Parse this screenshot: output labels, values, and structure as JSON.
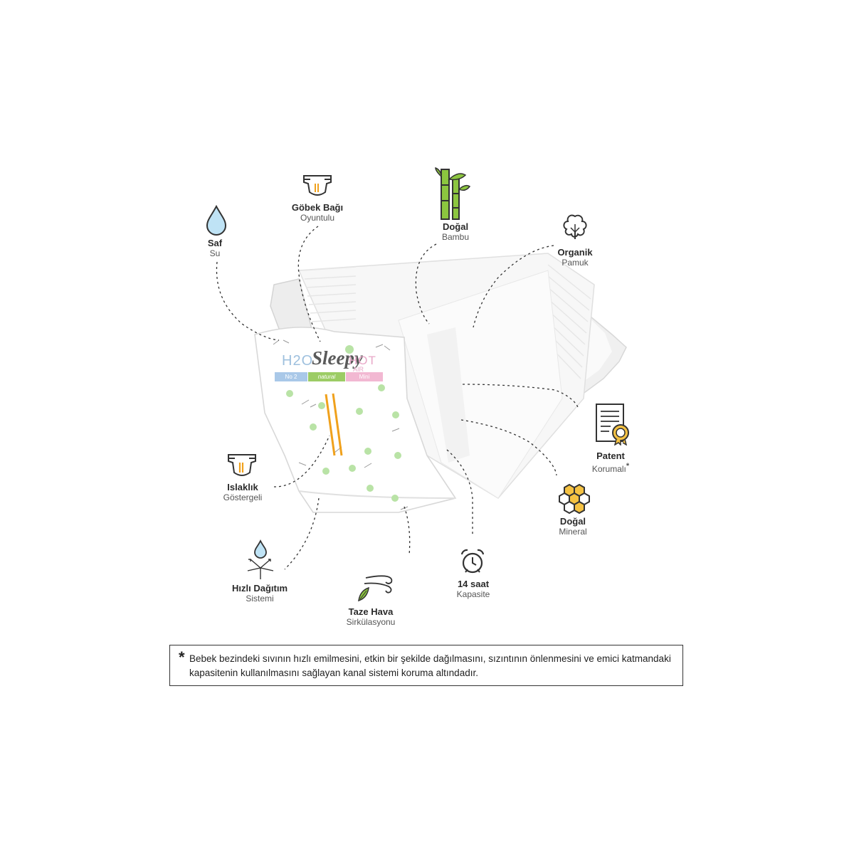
{
  "features": [
    {
      "id": "saf-su",
      "title": "Saf",
      "subtitle": "Su"
    },
    {
      "id": "gobek-bagi",
      "title": "Göbek Bağı",
      "subtitle": "Oyuntulu"
    },
    {
      "id": "dogal-bambu",
      "title": "Doğal",
      "subtitle": "Bambu"
    },
    {
      "id": "organik-pamuk",
      "title": "Organik",
      "subtitle": "Pamuk"
    },
    {
      "id": "patent-korumali",
      "title": "Patent",
      "subtitle": "Korumalı",
      "marker": "*"
    },
    {
      "id": "dogal-mineral",
      "title": "Doğal",
      "subtitle": "Mineral"
    },
    {
      "id": "14-saat",
      "title": "14 saat",
      "subtitle": "Kapasite"
    },
    {
      "id": "taze-hava",
      "title": "Taze Hava",
      "subtitle": "Sirkülasyonu"
    },
    {
      "id": "hizli-dagitim",
      "title": "Hızlı Dağıtım",
      "subtitle": "Sistemi"
    },
    {
      "id": "islaklik",
      "title": "Islaklık",
      "subtitle": "Göstergeli"
    }
  ],
  "product": {
    "brand": "Sleepy",
    "logo_left": "H2O",
    "logo_right": "HOT",
    "logo_right_small": "AIR",
    "bands": [
      "No 2",
      "natural",
      "Mini"
    ]
  },
  "footnote": {
    "marker": "*",
    "text": "Bebek bezindeki sıvının hızlı emilmesini, etkin bir şekilde dağılmasını, sızıntının önlenmesini ve emici katmandaki kapasitenin kullanılmasını sağlayan kanal sistemi koruma altındadır."
  },
  "colors": {
    "water": "#bfe3f5",
    "bamboo": "#8cc63f",
    "honey": "#f5c242",
    "wetness": "#f0a11c",
    "dots": "#b9e3a6",
    "h2o_band": "#a9c8e8",
    "natural_band": "#9ccc65",
    "mini_band": "#f2b8d2"
  },
  "icons": [
    "water-drop-icon",
    "diaper-icon",
    "bamboo-icon",
    "cotton-icon",
    "certificate-icon",
    "honeycomb-icon",
    "alarm-clock-icon",
    "leaf-breeze-icon",
    "drop-distribution-icon",
    "diaper-indicator-icon"
  ]
}
